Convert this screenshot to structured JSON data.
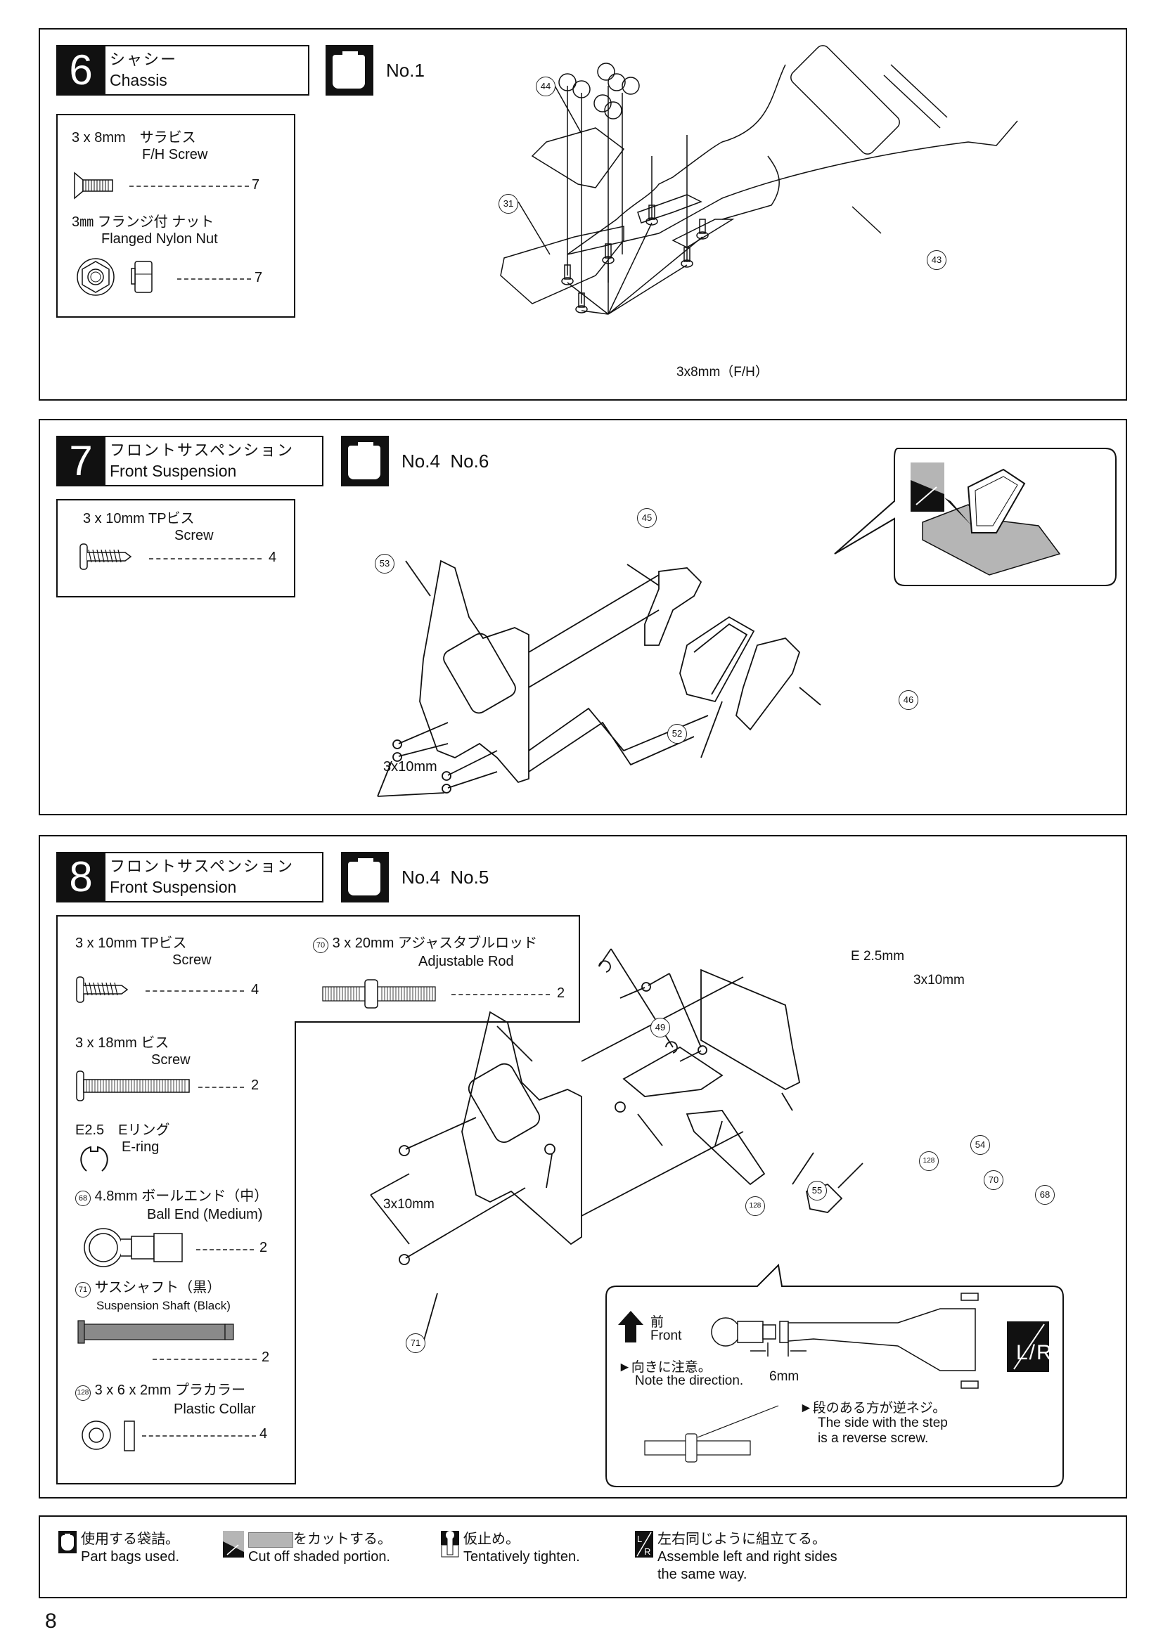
{
  "page_number": "8",
  "steps": [
    {
      "number": "6",
      "title_jp": "シャシー",
      "title_en": "Chassis",
      "bags": "No.1",
      "parts": [
        {
          "jp": "3 x 8mm　サラビス",
          "en": "F/H Screw",
          "qty": "7",
          "icon": "flat-head-screw-icon"
        },
        {
          "jp": "3㎜ フランジ付 ナット",
          "en": "Flanged Nylon Nut",
          "qty": "7",
          "icon": "flanged-nut-icon"
        }
      ],
      "callouts": [
        "44",
        "31",
        "43"
      ],
      "screw_label": "3x8mm（F/H）"
    },
    {
      "number": "7",
      "title_jp": "フロントサスペンション",
      "title_en": "Front Suspension",
      "bags": "No.4  No.6",
      "parts": [
        {
          "jp": "3 x 10mm TPビス",
          "en": "Screw",
          "qty": "4",
          "icon": "tapping-screw-icon"
        }
      ],
      "callouts": [
        "45",
        "53",
        "46",
        "52"
      ],
      "screw_label": "3x10mm"
    },
    {
      "number": "8",
      "title_jp": "フロントサスペンション",
      "title_en": "Front Suspension",
      "bags": "No.4  No.5",
      "parts": [
        {
          "jp": "3 x 10mm TPビス",
          "en": "Screw",
          "qty": "4",
          "icon": "tapping-screw-icon"
        },
        {
          "jp": "3 x 18mm ビス",
          "en": "Screw",
          "qty": "2",
          "icon": "machine-screw-icon"
        },
        {
          "jp": "E2.5　Eリング",
          "en": "E-ring",
          "qty": "",
          "icon": "e-ring-icon"
        },
        {
          "ref": "68",
          "jp": "4.8mm ボールエンド（中）",
          "en": "Ball End (Medium)",
          "qty": "2",
          "icon": "ball-end-icon"
        },
        {
          "ref": "71",
          "jp": "サスシャフト（黒）",
          "en": "Suspension Shaft (Black)",
          "qty": "2",
          "icon": "suspension-shaft-icon"
        },
        {
          "ref": "128",
          "jp": "3 x 6 x 2mm プラカラー",
          "en": "Plastic Collar",
          "qty": "4",
          "icon": "plastic-collar-icon"
        },
        {
          "ref": "70",
          "jp": "3 x 20mm アジャスタブルロッド",
          "en": "Adjustable Rod",
          "qty": "2",
          "icon": "adjustable-rod-icon"
        }
      ],
      "callouts": [
        "49",
        "54",
        "128",
        "55",
        "128",
        "70",
        "68",
        "71"
      ],
      "labels": {
        "ering": "E 2.5mm",
        "screw_right": "3x10mm",
        "screw_left": "3x10mm"
      },
      "detail": {
        "front_jp": "前",
        "front_en": "Front",
        "direction_jp": "►向きに注意。",
        "direction_en": "Note the direction.",
        "dimension": "6mm",
        "reverse_jp": "►段のある方が逆ネジ。",
        "reverse_en_1": "The side with the step",
        "reverse_en_2": "is a reverse screw.",
        "lr_badge": "L/R"
      }
    }
  ],
  "legend": [
    {
      "icon": "parts-bag-icon",
      "jp": "使用する袋詰。",
      "en": "Part bags used."
    },
    {
      "icon": "cut-icon",
      "jp": "をカットする。",
      "en": "Cut off shaded portion."
    },
    {
      "icon": "tentative-tighten-icon",
      "jp": "仮止め。",
      "en": "Tentatively tighten."
    },
    {
      "icon": "left-right-icon",
      "jp": "左右同じように組立てる。",
      "en": "Assemble left and right sides",
      "en2": "the same way."
    }
  ],
  "colors": {
    "ink": "#111111",
    "shade": "#b5b5b5",
    "paper": "#ffffff"
  }
}
